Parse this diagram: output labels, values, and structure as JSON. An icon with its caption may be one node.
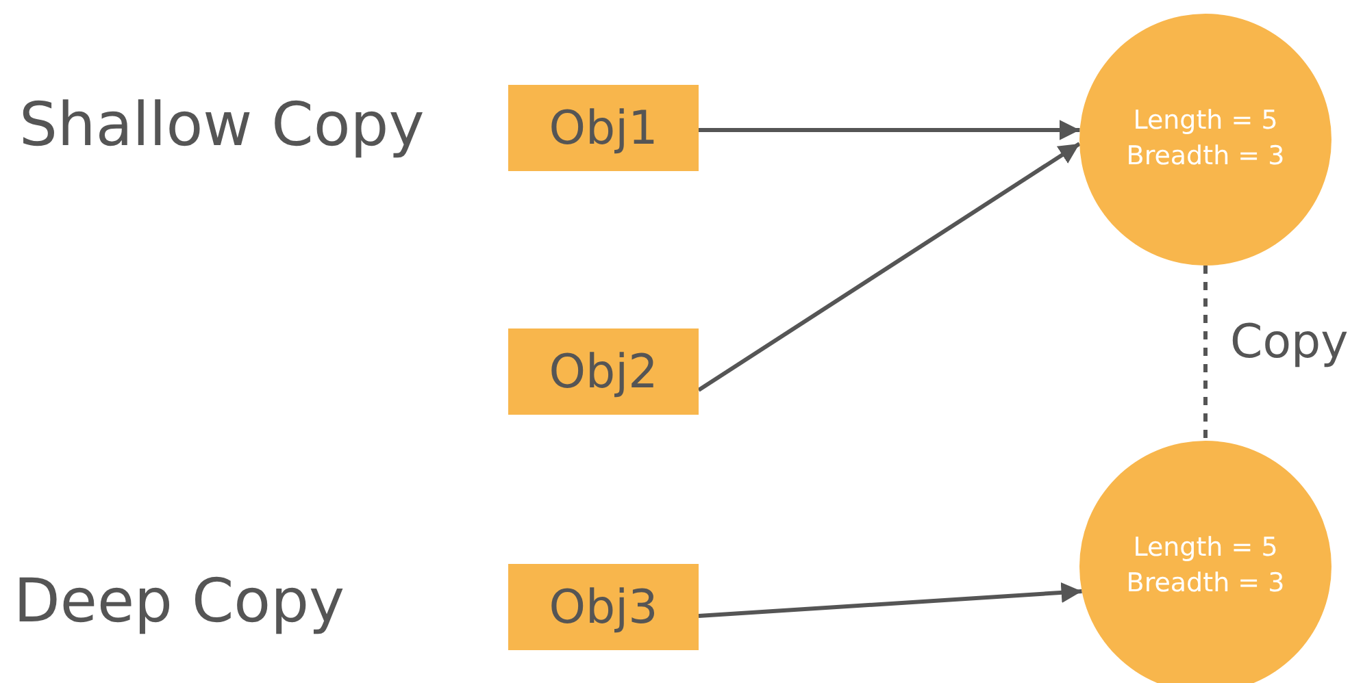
{
  "diagram": {
    "nodes": [
      {
        "text": [
          "Obj1"
        ]
      },
      {
        "text": [
          "Obj2"
        ]
      },
      {
        "text": [
          "Obj3"
        ]
      },
      {
        "text": [
          "Length = 5",
          "Breadth = 3"
        ]
      },
      {
        "text": [
          "Length = 5",
          "Breadth = 3"
        ]
      }
    ],
    "edges": [
      {
        "from": 0,
        "to": 3,
        "arrow": "to"
      },
      {
        "from": 1,
        "to": 3,
        "arrow": "to"
      },
      {
        "from": 2,
        "to": 4,
        "arrow": "to"
      },
      {
        "from": 3,
        "to": 4,
        "arrow": "none",
        "style": "dashed",
        "label": "Copy"
      }
    ],
    "labels": [
      "Shallow Copy",
      "Deep Copy"
    ]
  }
}
